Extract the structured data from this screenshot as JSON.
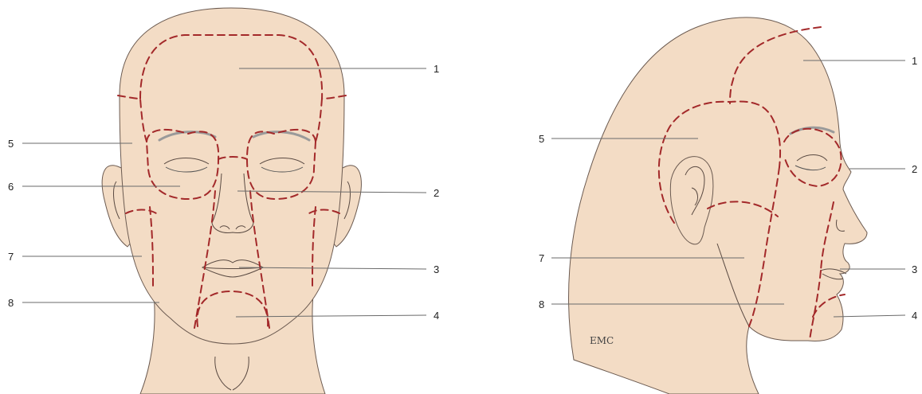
{
  "front_view": {
    "labels": [
      "1",
      "2",
      "3",
      "4",
      "5",
      "6",
      "7",
      "8"
    ]
  },
  "side_view": {
    "labels": [
      "1",
      "2",
      "3",
      "4",
      "5",
      "7",
      "8"
    ]
  },
  "watermark": "EMC",
  "colors": {
    "skin": "#f3dcc5",
    "zone_outline": "#a3292a",
    "leader_line": "#6a6a6a"
  }
}
